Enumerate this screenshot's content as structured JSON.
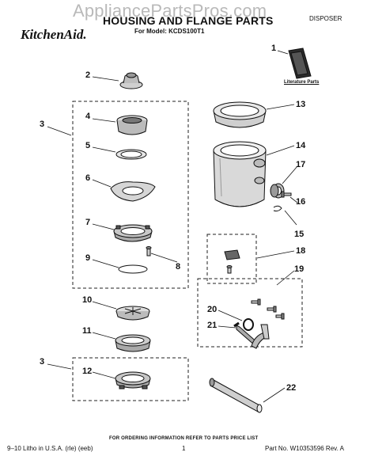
{
  "watermark": "AppliancePartsPros.com",
  "header": {
    "brand": "KitchenAid.",
    "title": "HOUSING AND FLANGE PARTS",
    "model": "For Model: KCDS100T1",
    "category": "DISPOSER"
  },
  "callouts": {
    "c1": "1",
    "c2": "2",
    "c3a": "3",
    "c3b": "3",
    "c4": "4",
    "c5": "5",
    "c6": "6",
    "c7": "7",
    "c8": "8",
    "c9": "9",
    "c10": "10",
    "c11": "11",
    "c12": "12",
    "c13": "13",
    "c14": "14",
    "c15": "15",
    "c16": "16",
    "c17": "17",
    "c18": "18",
    "c19": "19",
    "c20": "20",
    "c21": "21",
    "c22": "22"
  },
  "literature_label": "Literature Parts",
  "footer": {
    "ordering_note": "FOR ORDERING INFORMATION REFER TO PARTS PRICE LIST",
    "litho": "9–10 Litho in U.S.A. (rle) (eeb)",
    "page": "1",
    "part_number": "Part No. W10353596 Rev. A"
  }
}
